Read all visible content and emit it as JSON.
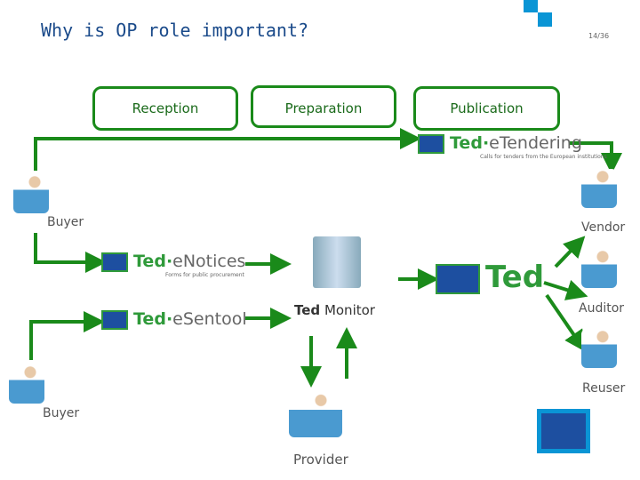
{
  "title": "Why is OP role important?",
  "page_number": "14/36",
  "stages": [
    "Reception",
    "Preparation",
    "Publication"
  ],
  "tools": {
    "etendering": {
      "brand": "Ted",
      "name": "eTendering",
      "tagline": "Calls for tenders from the European institutions"
    },
    "enotices": {
      "brand": "Ted",
      "name": "eNotices",
      "tagline": "Forms for public procurement"
    },
    "esentool": {
      "brand": "Ted",
      "name": "eSentool"
    },
    "ted": {
      "brand": "Ted"
    },
    "monitor": {
      "brand": "Ted",
      "name": "Monitor"
    }
  },
  "actors": {
    "buyer1": "Buyer",
    "buyer2": "Buyer",
    "vendor": "Vendor",
    "auditor": "Auditor",
    "reuser": "Reuser",
    "provider": "Provider"
  },
  "colors": {
    "arrow": "#1a8a1a",
    "title": "#1a4a8a",
    "eu_blue": "#1d4fa0",
    "logo_cyan": "#0a95d5"
  }
}
